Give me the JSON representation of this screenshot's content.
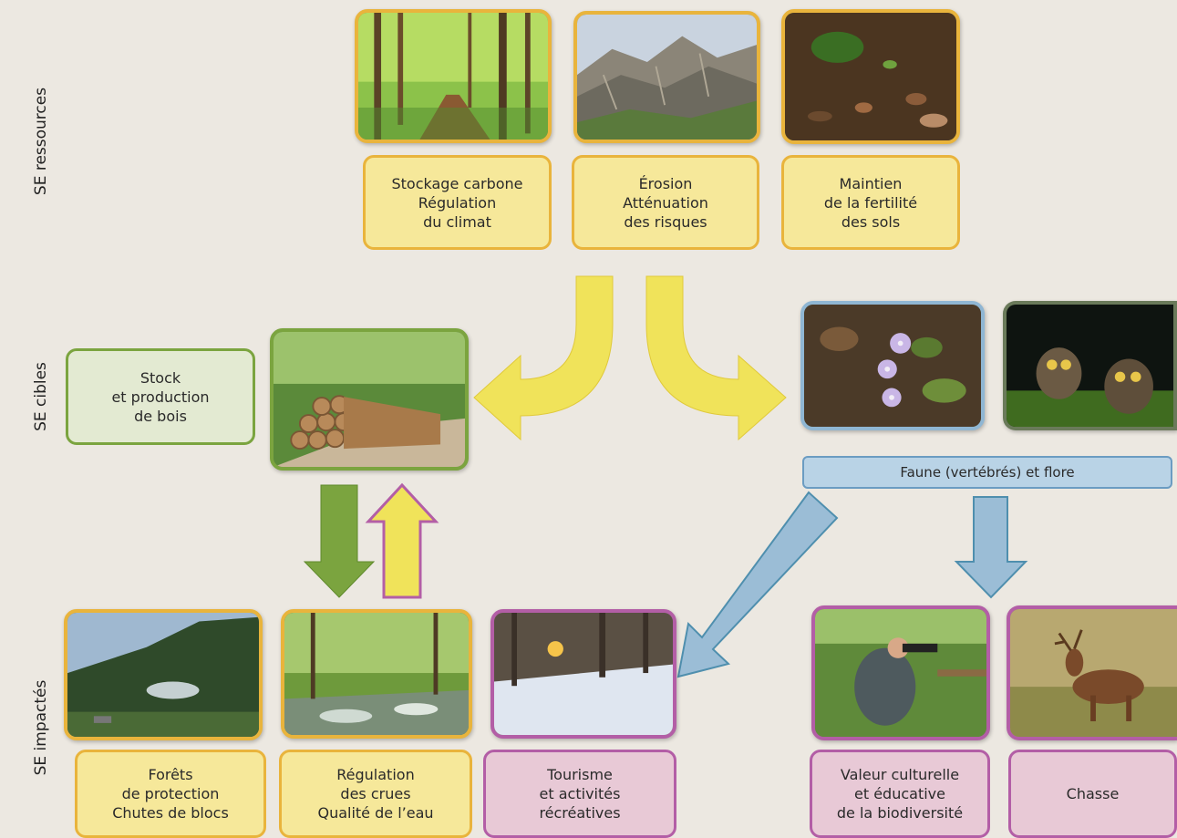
{
  "row_labels": {
    "ressources": "SE ressources",
    "cibles": "SE cibles",
    "impactes": "SE impactés"
  },
  "ressources": {
    "carbone": "Stockage carbone\nRégulation\ndu climat",
    "erosion": "Érosion\nAtténuation\ndes risques",
    "fertilite": "Maintien\nde la fertilité\ndes sols"
  },
  "cibles": {
    "bois": "Stock\net production\nde bois",
    "faune_flore": "Faune (vertébrés) et flore"
  },
  "impactes": {
    "forets": "Forêts\nde protection\nChutes de blocs",
    "crues": "Régulation\ndes crues\nQualité de l’eau",
    "tourisme": "Tourisme\net activités\nrécréatives",
    "culture": "Valeur culturelle\net éducative\nde la biodiversité",
    "chasse": "Chasse"
  },
  "colors": {
    "yellow_border": "#e9b43c",
    "yellow_fill": "#f6e89a",
    "green_border": "#7ba43f",
    "green_fill": "#e3ead2",
    "pink_border": "#b35ea6",
    "pink_fill": "#e8c9d6",
    "blue_border": "#6b9cc2",
    "blue_fill": "#b9d3e6",
    "arrow_yellow": "#f0e35a",
    "arrow_green": "#7ba43f",
    "arrow_blue": "#9bbdd6",
    "arrow_blue_edge": "#4f8fae"
  },
  "photos": {
    "forest": "forest-photo",
    "mountain": "eroded-mountain-photo",
    "soil": "forest-soil-photo",
    "logs": "log-pile-photo",
    "flowers": "hepatica-flowers-photo",
    "owls": "owls-photo",
    "protection": "protection-forest-photo",
    "stream": "forest-stream-photo",
    "snow": "snowy-forest-path-photo",
    "photographer": "wildlife-photographer-photo",
    "deer": "red-deer-photo"
  }
}
